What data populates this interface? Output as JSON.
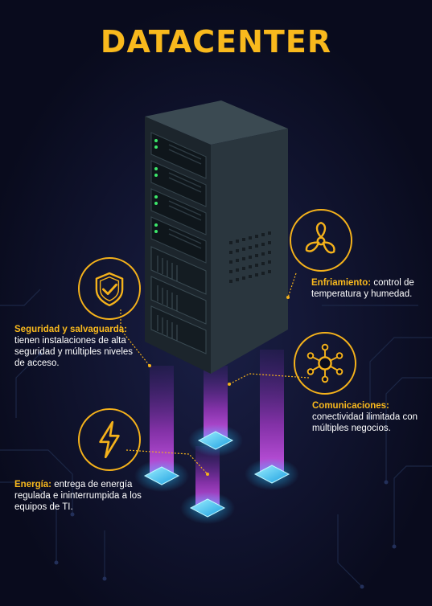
{
  "title": "DATACENTER",
  "features": [
    {
      "id": "seguridad",
      "icon": "shield-check-icon",
      "heading": "Seguridad y salvaguarda:",
      "text": "tienen instalaciones de alta seguridad y múltiples niveles de acceso."
    },
    {
      "id": "enfriamiento",
      "icon": "fan-icon",
      "heading": "Enfriamiento:",
      "text": "control de temperatura y humedad."
    },
    {
      "id": "comunicaciones",
      "icon": "network-hub-icon",
      "heading": "Comunicaciones:",
      "text": "conectividad ilimitada con múltiples negocios."
    },
    {
      "id": "energia",
      "icon": "lightning-bolt-icon",
      "heading": "Energía:",
      "text": "entrega de energía regulada e ininterrumpida a los equipos de TI."
    }
  ],
  "colors": {
    "background": "#090b1d",
    "accent": "#f9b91d",
    "rack_front": "#1c252c",
    "rack_side": "#2a363e",
    "rack_top": "#3b4a52",
    "beam": "#b23cd6",
    "node": "#27c3ff",
    "led": "#3ce86a"
  }
}
